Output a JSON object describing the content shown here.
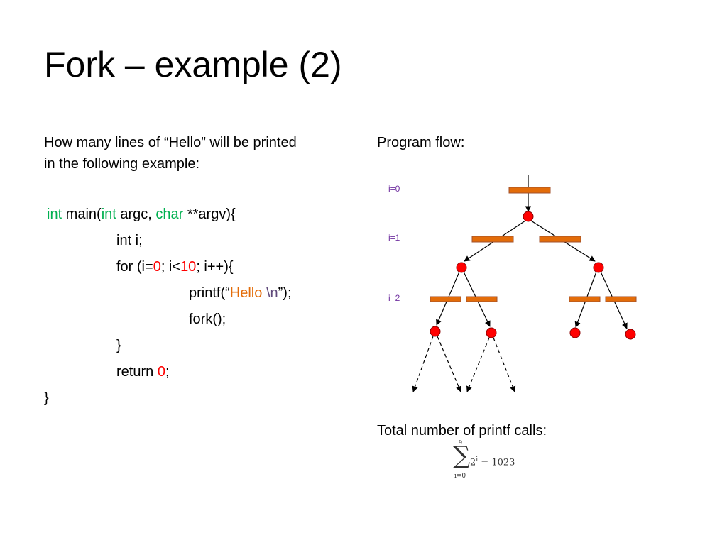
{
  "slide": {
    "title": "Fork – example (2)"
  },
  "question": {
    "line1": "How many lines of “Hello” will be printed",
    "line2": "in the following example:"
  },
  "code": {
    "line1": {
      "kw1": "int",
      "t1": " main(",
      "kw2": "int",
      "t2": " argc, ",
      "kw3": "char",
      "t3": " **argv){"
    },
    "line2": {
      "t1": "int i;"
    },
    "line3": {
      "t1": "for (i=",
      "n1": "0",
      "t2": "; i<",
      "n2": "10",
      "t3": "; i++){"
    },
    "line4": {
      "t1": "printf(“",
      "s1": "Hello",
      "t2": " ",
      "e1": "\\n",
      "t3": "”);"
    },
    "line5": {
      "t1": "fork();"
    },
    "line6": {
      "t1": "}"
    },
    "line7": {
      "t1": "return ",
      "n1": "0",
      "t2": ";"
    },
    "line8": {
      "t1": "}"
    }
  },
  "flow": {
    "label": "Program flow:",
    "levels": [
      "i=0",
      "i=1",
      "i=2"
    ],
    "colors": {
      "bar_fill": "#e36c09",
      "bar_stroke": "#a0522d",
      "node_fill": "#ff0000",
      "node_stroke": "#8b0000",
      "label": "#7030a0"
    }
  },
  "total": {
    "label": "Total number of printf calls:",
    "sum_upper": "9",
    "sum_lower": "i=0",
    "sum_base": "2",
    "sum_exp": "i",
    "sum_result": " = 1023"
  }
}
